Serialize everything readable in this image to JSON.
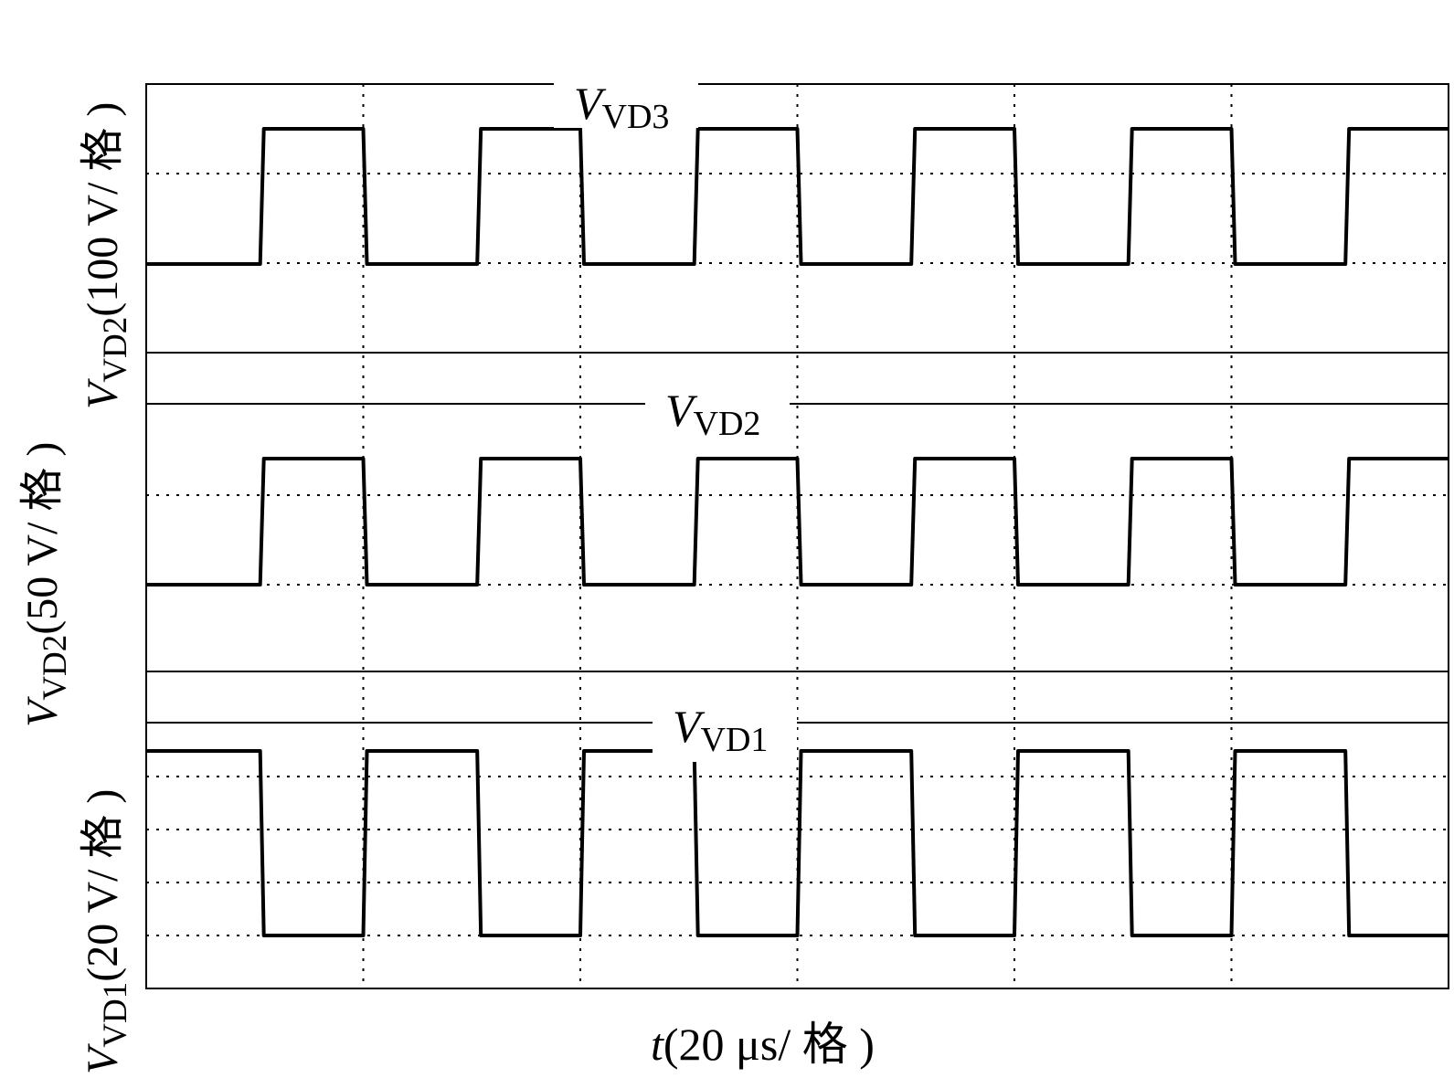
{
  "chart_data": {
    "type": "line",
    "x": {
      "label_var": "t",
      "label_rest": "(20 μs/ 格 )",
      "unit_per_div": "20 μs",
      "divisions": 6,
      "range_us": [
        0,
        120
      ]
    },
    "panels": [
      {
        "id": "vd3",
        "trace_label_main": "V",
        "trace_label_sub": "VD3",
        "ylabel_main": "V",
        "ylabel_sub": "VD2",
        "ylabel_rest": "(100 V/ 格 )",
        "volts_per_div": 100,
        "low_level": 0,
        "high_level": 1,
        "rising_edges_us": [
          10.5,
          30.5,
          50.5,
          70.5,
          90.5,
          110.5
        ],
        "falling_edges_us": [
          20,
          40,
          60,
          80,
          100
        ]
      },
      {
        "id": "vd2",
        "trace_label_main": "V",
        "trace_label_sub": "VD2",
        "ylabel_main": "V",
        "ylabel_sub": "VD2",
        "ylabel_rest": "(50 V/ 格 )",
        "volts_per_div": 50,
        "low_level": 0,
        "high_level": 1,
        "rising_edges_us": [
          10.5,
          30.5,
          50.5,
          70.5,
          90.5,
          110.5
        ],
        "falling_edges_us": [
          20,
          40,
          60,
          80,
          100
        ]
      },
      {
        "id": "vd1",
        "trace_label_main": "V",
        "trace_label_sub": "VD1",
        "ylabel_main": "V",
        "ylabel_sub": "VD1",
        "ylabel_rest": "(20 V/ 格 )",
        "volts_per_div": 20,
        "low_level": 0,
        "high_level": 1,
        "falling_edges_us": [
          10.5,
          30.5,
          50.5,
          70.5,
          90.5,
          110.5
        ],
        "rising_edges_us": [
          20,
          40,
          60,
          80,
          100
        ]
      }
    ],
    "grid": "dotted",
    "legend": "none"
  }
}
